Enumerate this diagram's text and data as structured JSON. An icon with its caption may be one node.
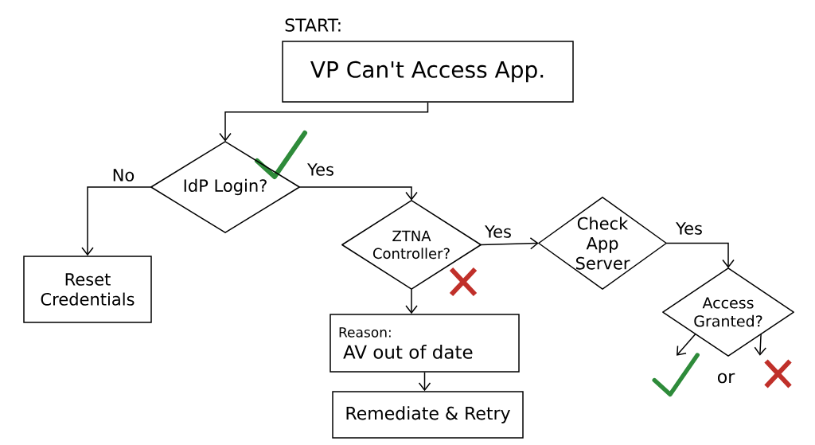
{
  "diagram": {
    "nodes": [
      {
        "text": [
          "START:",
          "VP Can't Access App."
        ]
      },
      {
        "text": [
          "IdP Login?"
        ]
      },
      {
        "text": [
          "Reset Credentials"
        ]
      },
      {
        "text": [
          "ZTNA Controller?"
        ]
      },
      {
        "text": [
          "Reason:",
          "AV out of date"
        ]
      },
      {
        "text": [
          "Remediate & Retry"
        ]
      },
      {
        "text": [
          "Check App Server"
        ]
      },
      {
        "text": [
          "Access Granted?"
        ]
      },
      {
        "text": [],
        "shape": "picture"
      },
      {
        "text": [],
        "shape": "picture"
      }
    ],
    "edges": [
      {
        "from": 0,
        "to": 1,
        "arrow": "to"
      },
      {
        "from": 1,
        "to": 2,
        "arrow": "to",
        "label": "No"
      },
      {
        "from": 1,
        "to": 3,
        "arrow": "to",
        "label": "Yes"
      },
      {
        "from": 3,
        "to": 4,
        "arrow": "to"
      },
      {
        "from": 4,
        "to": 5,
        "arrow": "to"
      },
      {
        "from": 3,
        "to": 6,
        "arrow": "to",
        "label": "Yes"
      },
      {
        "from": 6,
        "to": 7,
        "arrow": "to",
        "label": "Yes"
      },
      {
        "from": 7,
        "to": 8,
        "arrow": "to"
      },
      {
        "from": 7,
        "to": 9,
        "arrow": "to"
      }
    ],
    "labels": [
      "or"
    ]
  }
}
